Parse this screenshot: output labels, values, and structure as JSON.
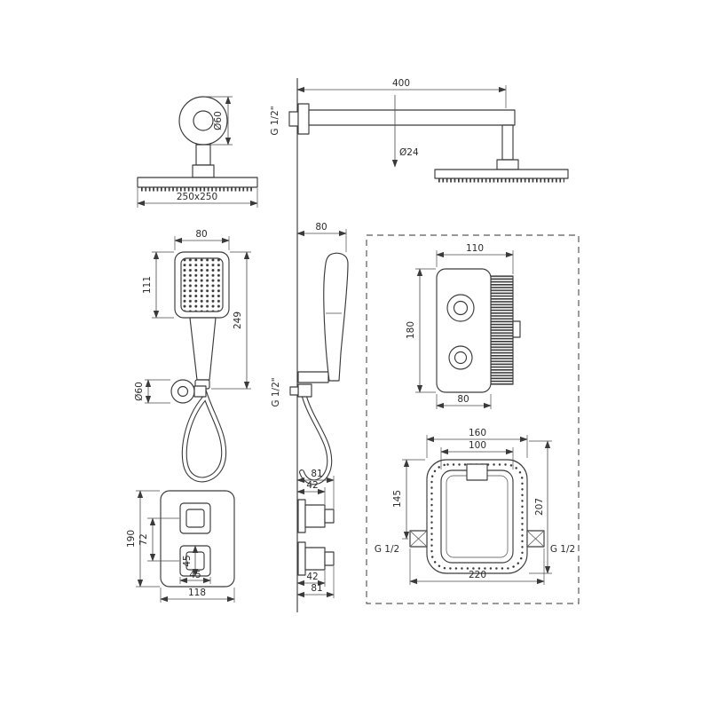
{
  "palette": {
    "ink": "#3a3a3a",
    "background": "#ffffff"
  },
  "views": {
    "overhead_side": {
      "mount_dia": "Ø60",
      "head_size": "250x250"
    },
    "overhead_front": {
      "arm_length": "400",
      "thread": "G 1/2\"",
      "pipe_dia": "Ø24"
    },
    "hand_front": {
      "head_width": "80",
      "head_height": "111",
      "total_height": "249",
      "elbow_dia": "Ø60"
    },
    "hand_side": {
      "depth": "80",
      "thread": "G 1/2\""
    },
    "valve": {
      "depth": "110",
      "height": "180",
      "width": "80"
    },
    "trim_front": {
      "height": "190",
      "knob_spacing": "72",
      "knob_height": "45",
      "knob_width": "45",
      "width": "118"
    },
    "trim_side": {
      "top_outer": "81",
      "top_inner": "42",
      "bottom_inner": "42",
      "bottom_outer": "81"
    },
    "install_box": {
      "outer_width": "160",
      "inner_width": "100",
      "left_height": "145",
      "right_height": "207",
      "thread_left": "G 1/2",
      "thread_right": "G 1/2",
      "total_width": "220"
    }
  }
}
